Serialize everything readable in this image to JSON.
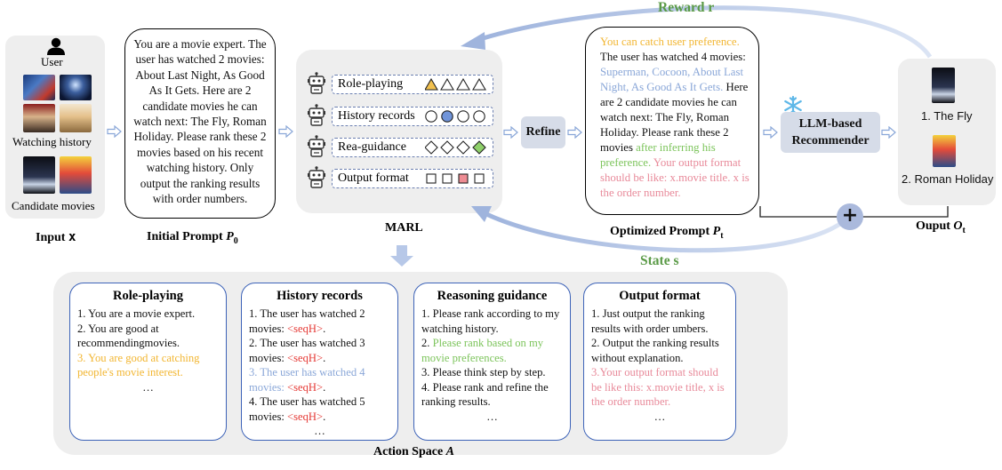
{
  "input": {
    "user_label": "User",
    "watching_history_label": "Watching history",
    "candidate_label": "Candidate movies",
    "caption_prefix": "Input ",
    "caption_var": "x"
  },
  "initial_prompt": {
    "text": "You are a movie expert. The user has watched 2 movies: About Last Night, As Good As It Gets. Here are 2 candidate movies he can watch next: The Fly, Roman Holiday. Please rank these 2 movies based on his recent watching history. Only output the ranking results with order numbers.",
    "caption_prefix": "Initial Prompt ",
    "caption_var": "P",
    "caption_sub": "0"
  },
  "marl": {
    "caption": "MARL",
    "agents": [
      {
        "label": "Role-playing",
        "shape": "triangle",
        "highlight_index": 0,
        "highlight_color": "#f2c14e"
      },
      {
        "label": "History records",
        "shape": "circle",
        "highlight_index": 1,
        "highlight_color": "#7094d9"
      },
      {
        "label": "Rea-guidance",
        "shape": "diamond",
        "highlight_index": 3,
        "highlight_color": "#8fd06a"
      },
      {
        "label": "Output format",
        "shape": "square",
        "highlight_index": 2,
        "highlight_color": "#ee8c93"
      }
    ]
  },
  "refine_label": "Refine",
  "optimized_prompt": {
    "seg_orange": "You can catch user preference.",
    "seg_black1": " The user has watched 4 movies: ",
    "seg_blue": "Superman, Cocoon, About Last Night, As Good As It Gets.",
    "seg_black2": " Here are 2 candidate movies he can watch next: The Fly, Roman Holiday. Please rank these 2 movies ",
    "seg_green": "after inferring his preference.",
    "seg_pink": " Your output format should be like: x.movie title. x is the order number.",
    "caption_prefix": "Optimized Prompt ",
    "caption_var": "P",
    "caption_sub": "t"
  },
  "recommender": {
    "label_line1": "LLM-based",
    "label_line2": "Recommender",
    "snowflake_icon": "snowflake-icon"
  },
  "output": {
    "items": [
      "1. The Fly",
      "2. Roman Holiday"
    ],
    "caption_prefix": "Ouput ",
    "caption_var": "O",
    "caption_sub": "t"
  },
  "reward_label": "Reward r",
  "state_label": "State s",
  "plus_symbol": "+",
  "action_space": {
    "caption_prefix": "Action Space ",
    "caption_var": "A",
    "role_playing": {
      "title": "Role-playing",
      "l1": "1. You are a movie expert.",
      "l2": "2. You are good at recommendingmovies.",
      "l3": "3. You are good at catching people's movie interest.",
      "more": "…"
    },
    "history_records": {
      "title": "History records",
      "l1_text": "1. The user has watched 2 movies: ",
      "l2_text": "2. The user has watched 3 movies: ",
      "l3_text": "3. The user has watched 4 movies: ",
      "l4_text": "4. The user has watched 5 movies: ",
      "seq_token": "<seqH>",
      "end_dot": ".",
      "more": "…"
    },
    "reasoning_guidance": {
      "title": "Reasoning guidance",
      "l1": "1. Please rank according to my watching history.",
      "l2_num": "2. ",
      "l2_text": "Please rank based on my movie preferences.",
      "l3": "3. Please think step by step.",
      "l4": "4. Please rank and refine the ranking results.",
      "more": "…"
    },
    "output_format": {
      "title": "Output format",
      "l1": "1. Just output the ranking results with order umbers.",
      "l2": "2. Output the ranking results without explanation.",
      "l3_num": "3.",
      "l3_text": "Your output format should be like this: x.movie title, x is the order number.",
      "more": "…"
    }
  },
  "colors": {
    "arrow_blue": "#9fb4dd",
    "reward_green": "#5a9a46",
    "action_border": "#3d63b8",
    "panel_gray": "#eeeeee"
  }
}
